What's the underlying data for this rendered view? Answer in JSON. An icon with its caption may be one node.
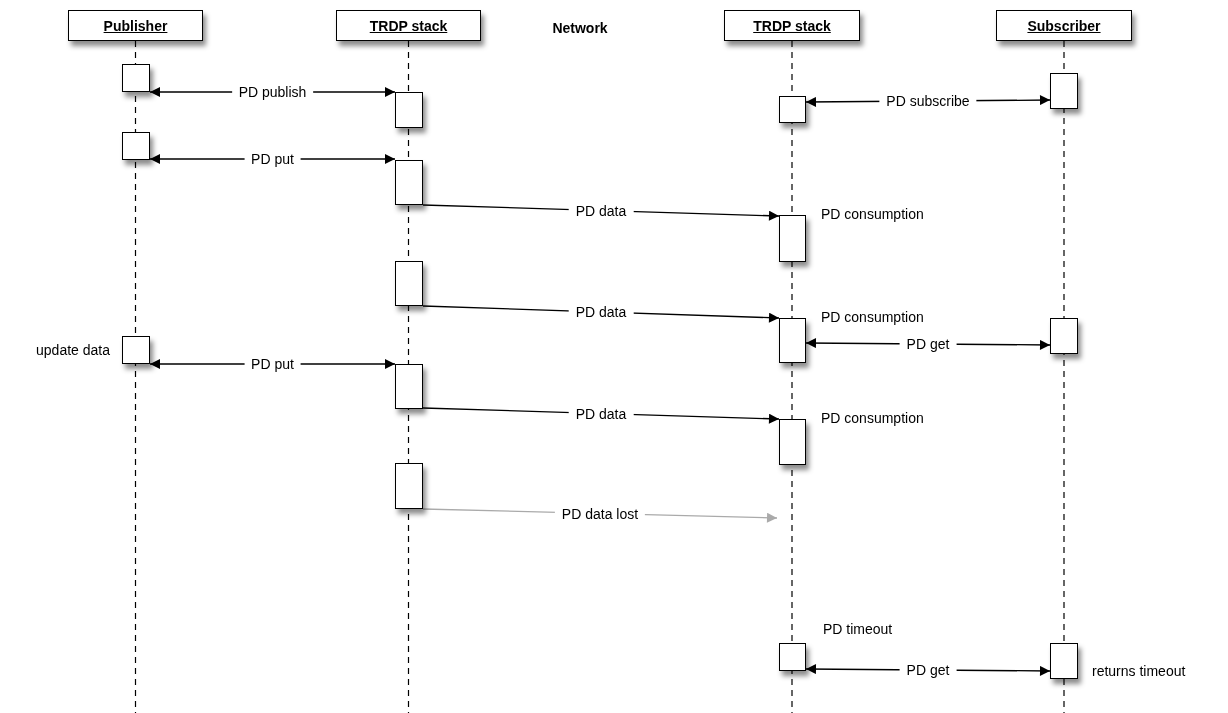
{
  "diagram": {
    "nodes": [
      {
        "text": [
          "Publisher"
        ]
      },
      {
        "text": [
          "TRDP stack"
        ]
      },
      {
        "text": [
          "TRDP stack"
        ]
      },
      {
        "text": [
          "Subscriber"
        ]
      },
      {
        "text": [],
        "shape": "box"
      },
      {
        "text": [],
        "shape": "box"
      },
      {
        "text": [],
        "shape": "box"
      },
      {
        "text": [],
        "shape": "box"
      },
      {
        "text": [],
        "shape": "box"
      },
      {
        "text": [],
        "shape": "box"
      },
      {
        "text": [],
        "shape": "box",
        "beside": [
          "PD consumption"
        ]
      },
      {
        "text": [],
        "shape": "box"
      },
      {
        "text": [],
        "shape": "box",
        "beside": [
          "PD consumption"
        ]
      },
      {
        "text": [],
        "shape": "box"
      },
      {
        "text": [],
        "shape": "box",
        "beside": [
          "update data"
        ]
      },
      {
        "text": [],
        "shape": "box"
      },
      {
        "text": [],
        "shape": "box",
        "beside": [
          "PD consumption"
        ]
      },
      {
        "text": [],
        "shape": "box"
      },
      {
        "text": [],
        "shape": "box",
        "beside": [
          "PD timeout"
        ]
      },
      {
        "text": [],
        "shape": "box",
        "beside": [
          "returns timeout"
        ]
      }
    ],
    "edges": [
      {
        "from": 4,
        "to": 6,
        "arrow": "both",
        "label": "PD publish"
      },
      {
        "from": 7,
        "to": 5,
        "arrow": "both",
        "label": "PD subscribe"
      },
      {
        "from": 8,
        "to": 9,
        "arrow": "both",
        "label": "PD put"
      },
      {
        "from": 9,
        "to": 10,
        "arrow": "to",
        "label": "PD data"
      },
      {
        "from": 11,
        "to": 12,
        "arrow": "to",
        "label": "PD data"
      },
      {
        "from": 12,
        "to": 13,
        "arrow": "both",
        "label": "PD get"
      },
      {
        "from": 14,
        "to": 15,
        "arrow": "both",
        "label": "PD put"
      },
      {
        "from": 15,
        "to": 16,
        "arrow": "to",
        "label": "PD data"
      },
      {
        "from": 17,
        "to": null,
        "arrow": "to",
        "label": "PD data lost",
        "color": "#aaaaaa"
      },
      {
        "from": 18,
        "to": 19,
        "arrow": "both",
        "label": "PD get"
      }
    ],
    "labels": [
      "Network"
    ]
  }
}
